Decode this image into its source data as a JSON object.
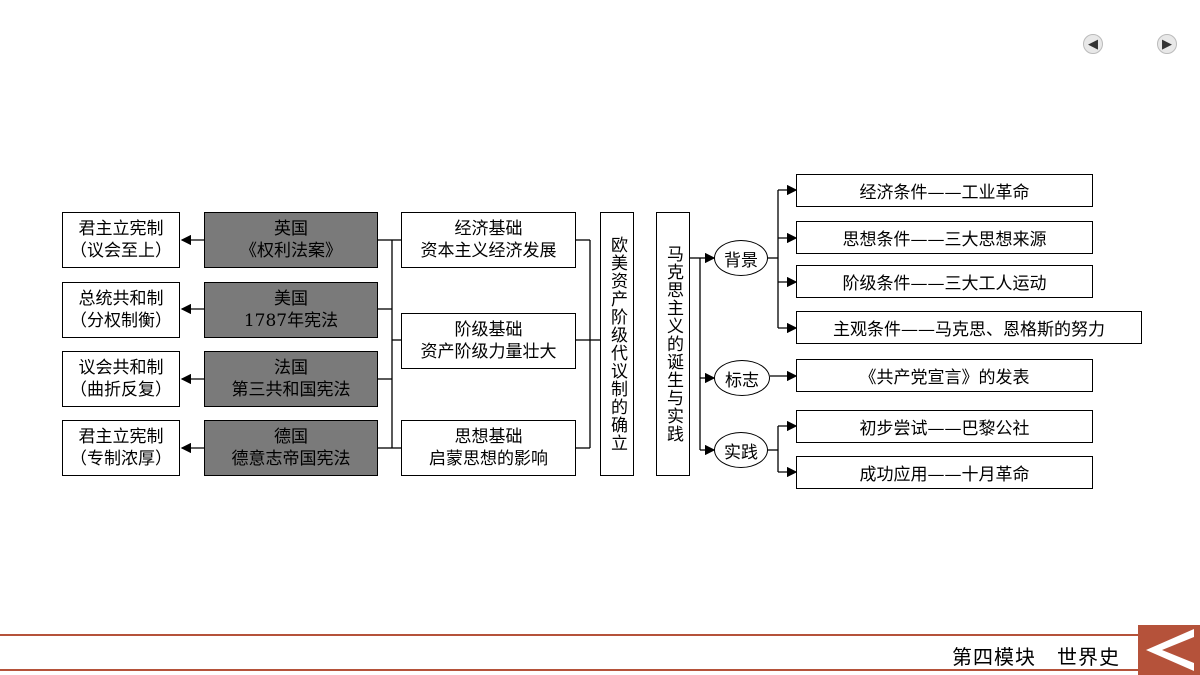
{
  "nav": {
    "prev_icon": "left-arrow-icon",
    "next_icon": "right-arrow-icon"
  },
  "left": {
    "systems": [
      {
        "line1": "君主立宪制",
        "line2": "（议会至上）"
      },
      {
        "line1": "总统共和制",
        "line2": "（分权制衡）"
      },
      {
        "line1": "议会共和制",
        "line2": "（曲折反复）"
      },
      {
        "line1": "君主立宪制",
        "line2": "（专制浓厚）"
      }
    ],
    "countries": [
      {
        "line1": "英国",
        "line2": "《权利法案》"
      },
      {
        "line1": "美国",
        "line2": "1787年宪法"
      },
      {
        "line1": "法国",
        "line2": "第三共和国宪法"
      },
      {
        "line1": "德国",
        "line2": "德意志帝国宪法"
      }
    ],
    "foundations": [
      {
        "line1": "经济基础",
        "line2": "资本主义经济发展"
      },
      {
        "line1": "阶级基础",
        "line2": "资产阶级力量壮大"
      },
      {
        "line1": "思想基础",
        "line2": "启蒙思想的影响"
      }
    ],
    "title": "欧美资产阶级代议制的确立"
  },
  "right": {
    "title": "马克思主义的诞生与实践",
    "groups": [
      {
        "label": "背景",
        "items": [
          "经济条件——工业革命",
          "思想条件——三大思想来源",
          "阶级条件——三大工人运动",
          "主观条件——马克思、恩格斯的努力"
        ]
      },
      {
        "label": "标志",
        "items": [
          "《共产党宣言》的发表"
        ]
      },
      {
        "label": "实践",
        "items": [
          "初步尝试——巴黎公社",
          "成功应用——十月革命"
        ]
      }
    ]
  },
  "footer": {
    "text": "第四模块　世界史",
    "accent_color": "#b5523a"
  }
}
